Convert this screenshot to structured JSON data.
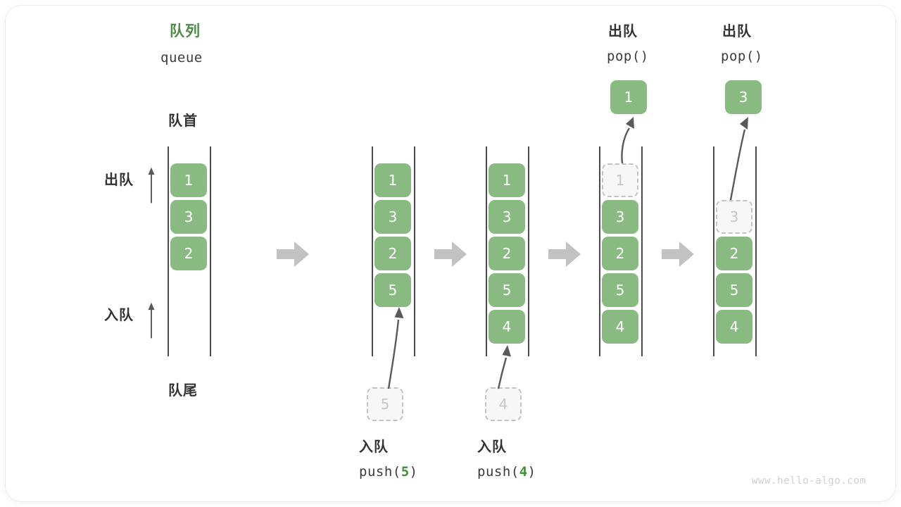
{
  "diagram": {
    "title_cn": "队列",
    "title_en": "queue",
    "head_label": "队首",
    "tail_label": "队尾",
    "dequeue_label": "出队",
    "enqueue_label": "入队",
    "watermark": "www.hello-algo.com",
    "colors": {
      "green_fill": "#89ba82",
      "green_text": "#4e8b47",
      "ghost_fill": "#f7f7f7",
      "ghost_border": "#c3c3c3",
      "ghost_text": "#c6c6c6",
      "rail": "#4a4a4a",
      "chevron": "#c2c2c2",
      "arrow": "#5a5a5a",
      "text": "#323232",
      "watermark_color": "#cfcfcf"
    }
  },
  "steps": [
    {
      "id": "initial",
      "caption_cn": "",
      "caption_code": "",
      "cells": [
        {
          "value": "1",
          "state": "filled"
        },
        {
          "value": "3",
          "state": "filled"
        },
        {
          "value": "2",
          "state": "filled"
        }
      ],
      "incoming": null,
      "popped": null
    },
    {
      "id": "push-5",
      "caption_cn": "入队",
      "caption_code_prefix": "push(",
      "caption_code_arg": "5",
      "caption_code_suffix": ")",
      "cells": [
        {
          "value": "1",
          "state": "filled"
        },
        {
          "value": "3",
          "state": "filled"
        },
        {
          "value": "2",
          "state": "filled"
        },
        {
          "value": "5",
          "state": "filled"
        }
      ],
      "incoming": {
        "value": "5",
        "state": "ghost"
      },
      "popped": null
    },
    {
      "id": "push-4",
      "caption_cn": "入队",
      "caption_code_prefix": "push(",
      "caption_code_arg": "4",
      "caption_code_suffix": ")",
      "cells": [
        {
          "value": "1",
          "state": "filled"
        },
        {
          "value": "3",
          "state": "filled"
        },
        {
          "value": "2",
          "state": "filled"
        },
        {
          "value": "5",
          "state": "filled"
        },
        {
          "value": "4",
          "state": "filled"
        }
      ],
      "incoming": {
        "value": "4",
        "state": "ghost"
      },
      "popped": null
    },
    {
      "id": "pop-1",
      "header_cn": "出队",
      "header_code": "pop()",
      "cells": [
        {
          "value": "1",
          "state": "ghost"
        },
        {
          "value": "3",
          "state": "filled"
        },
        {
          "value": "2",
          "state": "filled"
        },
        {
          "value": "5",
          "state": "filled"
        },
        {
          "value": "4",
          "state": "filled"
        }
      ],
      "incoming": null,
      "popped": {
        "value": "1",
        "state": "filled"
      }
    },
    {
      "id": "pop-3",
      "header_cn": "出队",
      "header_code": "pop()",
      "cells": [
        {
          "value": "",
          "state": "empty"
        },
        {
          "value": "3",
          "state": "ghost"
        },
        {
          "value": "2",
          "state": "filled"
        },
        {
          "value": "5",
          "state": "filled"
        },
        {
          "value": "4",
          "state": "filled"
        }
      ],
      "incoming": null,
      "popped": {
        "value": "3",
        "state": "filled"
      }
    }
  ]
}
